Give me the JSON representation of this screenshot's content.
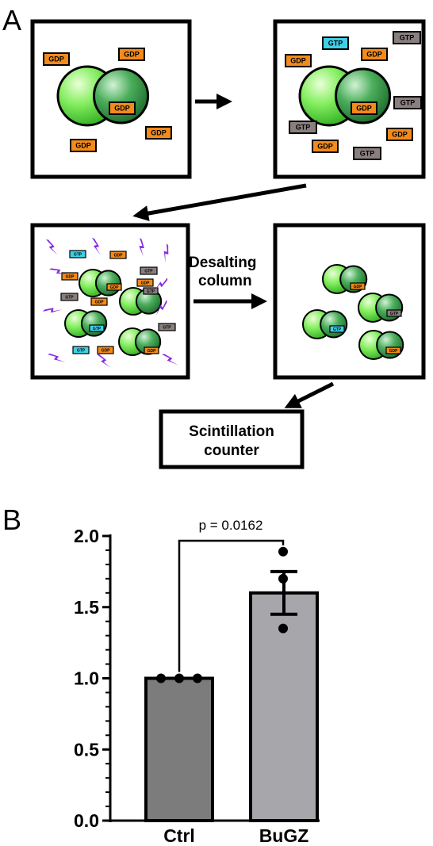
{
  "panel_a": {
    "label": "A",
    "gdp": "GDP",
    "gtp": "GTP",
    "desalting_line1": "Desalting",
    "desalting_line2": "column",
    "counter_line1": "Scintillation",
    "counter_line2": "counter"
  },
  "panel_b": {
    "label": "B"
  },
  "colors": {
    "gdp": "#f28a1c",
    "gtp_radio": "#3fd0e8",
    "gtp_cold": "#8a7f7f",
    "bolt": "#8a2be2",
    "ctrl_bar": "#7c7c7c",
    "bugz_bar": "#a6a6ab"
  },
  "chart_data": {
    "type": "bar",
    "categories": [
      "Ctrl",
      "BuGZ"
    ],
    "values": [
      1.0,
      1.6
    ],
    "error": [
      0,
      0.15
    ],
    "points": [
      [
        1.0,
        1.0,
        1.0
      ],
      [
        1.89,
        1.7,
        1.35
      ]
    ],
    "ylim": [
      0,
      2.0
    ],
    "yticks": [
      "0.0",
      "0.5",
      "1.0",
      "1.5",
      "2.0"
    ],
    "annotation": "p = 0.0162"
  }
}
